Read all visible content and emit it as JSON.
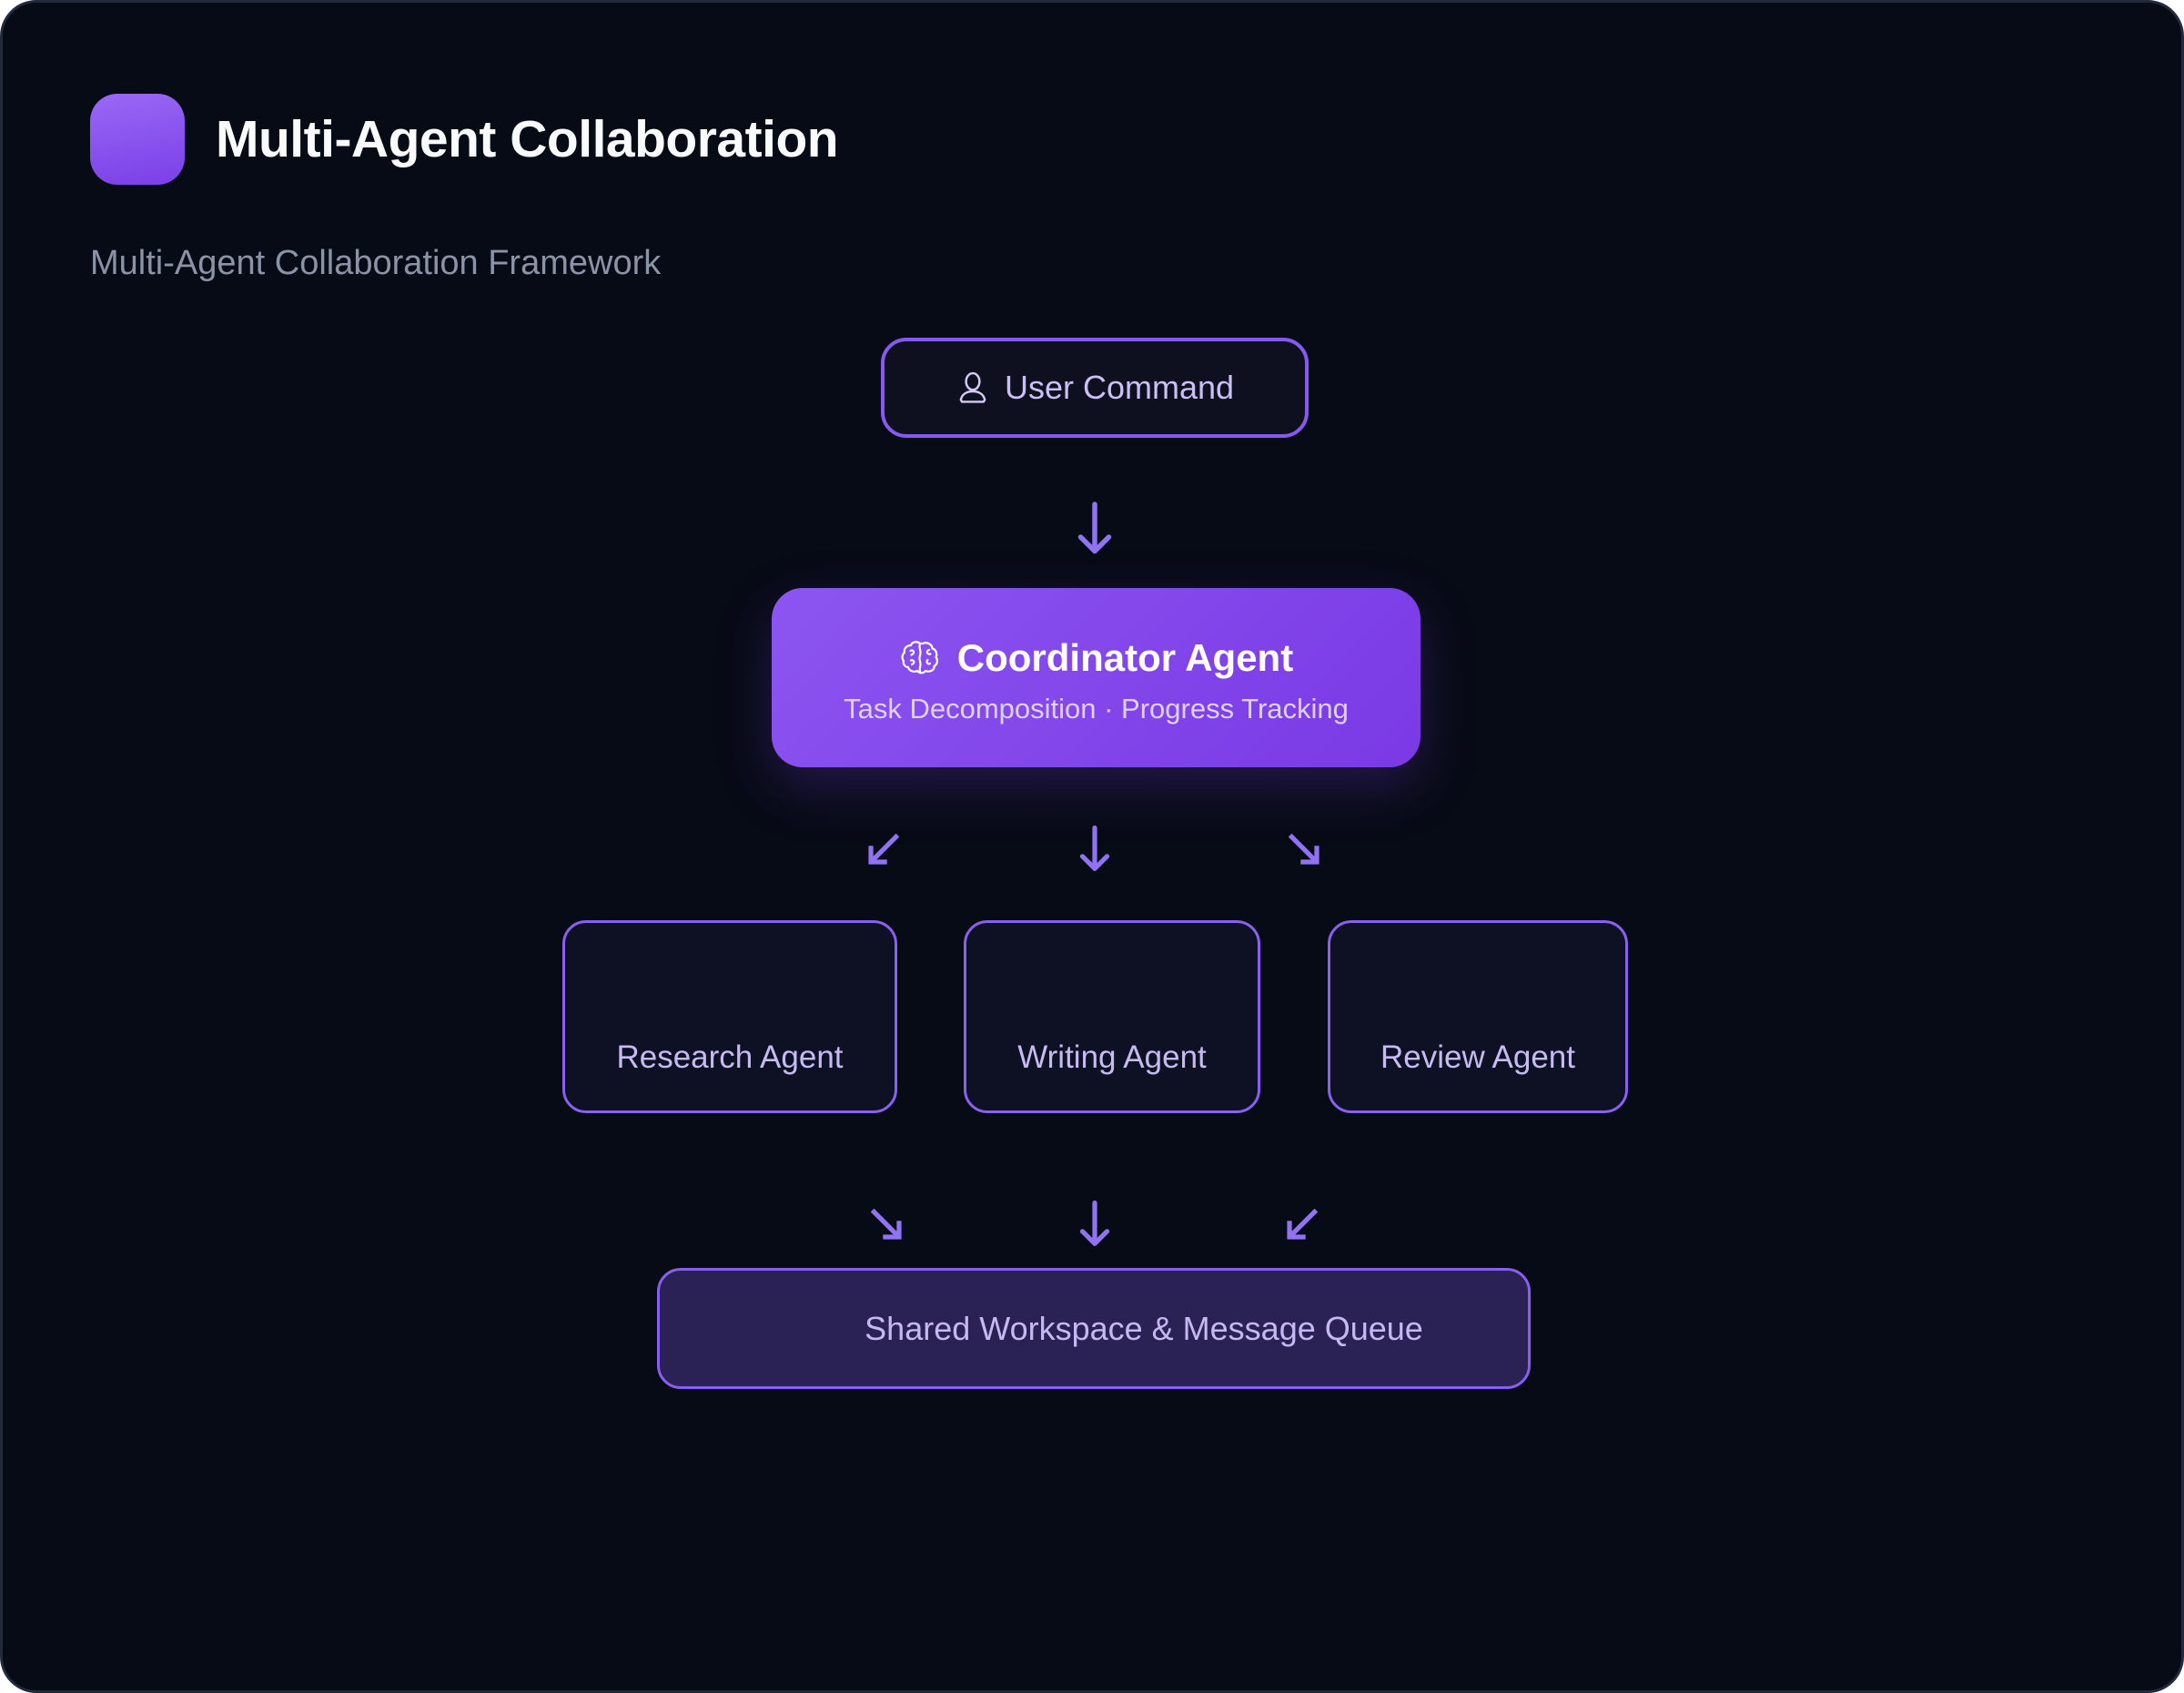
{
  "header": {
    "title": "Multi-Agent Collaboration",
    "subtitle": "Multi-Agent Collaboration Framework",
    "app_icon": "purple-rounded-square"
  },
  "diagram": {
    "user_command": {
      "icon": "user-icon",
      "label": "User Command"
    },
    "coordinator": {
      "icon": "brain-icon",
      "title": "Coordinator Agent",
      "subtitle": "Task Decomposition · Progress Tracking"
    },
    "agents": [
      {
        "label": "Research Agent"
      },
      {
        "label": "Writing Agent"
      },
      {
        "label": "Review Agent"
      }
    ],
    "shared_workspace": {
      "label": "Shared Workspace & Message Queue"
    },
    "arrows": {
      "top": "arrow-down",
      "row1": [
        "arrow-down-left",
        "arrow-down",
        "arrow-down-right"
      ],
      "row2": [
        "arrow-down-right",
        "arrow-down",
        "arrow-down-left"
      ]
    }
  },
  "colors": {
    "page_background": "#070b15",
    "accent_purple": "#8b5cf6",
    "arrow_purple": "#9172f3",
    "coordinator_gradient_start": "#8c55f0",
    "coordinator_gradient_end": "#7a39e5",
    "node_text": "#c6baf0",
    "muted_text": "#8a94a6",
    "title_text": "#f8fafc"
  }
}
